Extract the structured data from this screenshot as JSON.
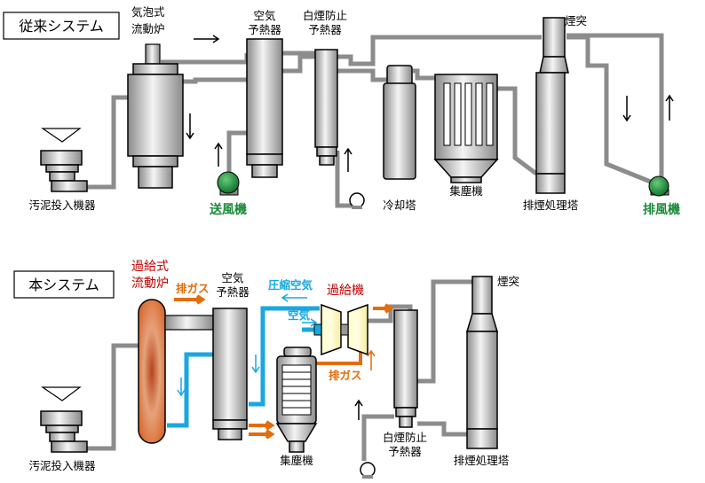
{
  "sections": {
    "conventional": {
      "title": "従来システム",
      "labels": {
        "furnace": [
          "気泡式",
          "流動炉"
        ],
        "air_preheater": [
          "空気",
          "予熱器"
        ],
        "plume_preheater": [
          "白煙防止",
          "予熱器"
        ],
        "chimney": "煙突",
        "cooling_tower": "冷却塔",
        "dust_collector": "集塵機",
        "scrubber": "排煙処理塔",
        "sludge_feeder": "汚泥投入機器",
        "blower": "送風機",
        "exhaust_fan": "排風機"
      }
    },
    "new": {
      "title": "本システム",
      "labels": {
        "furnace": [
          "過給式",
          "流動炉"
        ],
        "exhaust_gas_1": "排ガス",
        "air_preheater": [
          "空気",
          "予熱器"
        ],
        "compressed_air": "圧縮空気",
        "turbocharger": "過給機",
        "air": "空気",
        "exhaust_gas_2": "排ガス",
        "chimney": "煙突",
        "plume_preheater": [
          "白煙防止",
          "予熱器"
        ],
        "dust_collector": "集塵機",
        "scrubber": "排煙処理塔",
        "sludge_feeder": "汚泥投入機器"
      }
    }
  }
}
